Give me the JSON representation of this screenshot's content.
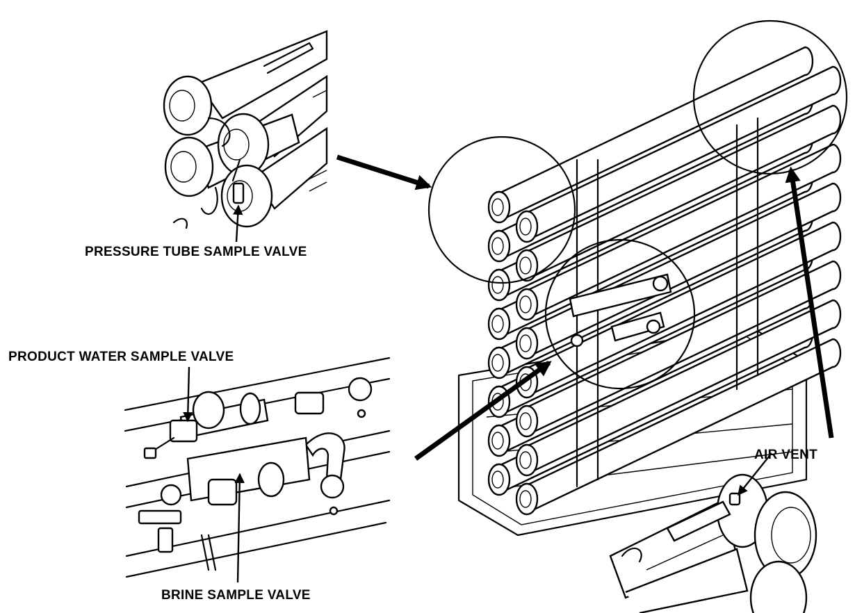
{
  "labels": {
    "pressure_tube_sample_valve": "PRESSURE TUBE SAMPLE VALVE",
    "product_water_sample_valve": "PRODUCT WATER SAMPLE VALVE",
    "brine_sample_valve": "BRINE SAMPLE VALVE",
    "air_vent": "AIR VENT"
  },
  "colors": {
    "ink": "#000000",
    "paper": "#ffffff"
  }
}
